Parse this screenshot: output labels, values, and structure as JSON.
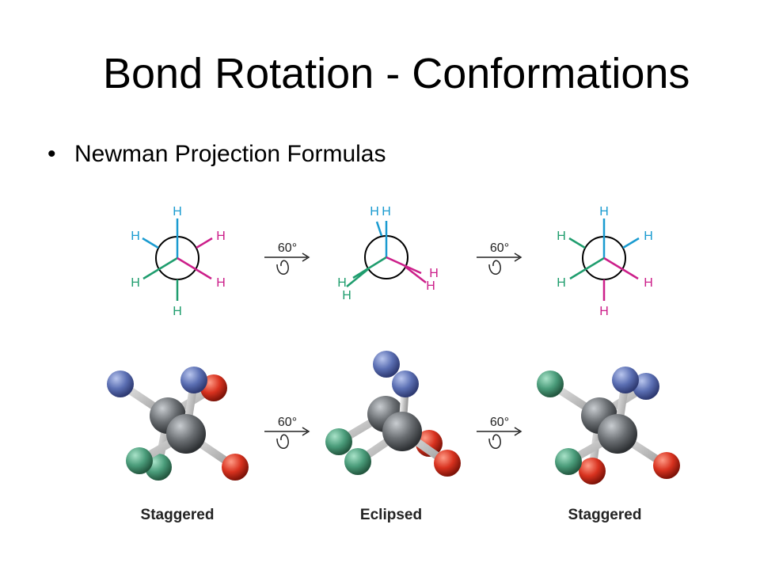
{
  "slide": {
    "title": "Bond Rotation - Conformations",
    "bullet": "Newman Projection Formulas"
  },
  "diagram": {
    "atom_label": "H",
    "rotation_label": "60°",
    "conformations": [
      {
        "name": "Staggered"
      },
      {
        "name": "Eclipsed"
      },
      {
        "name": "Staggered"
      }
    ]
  },
  "colors": {
    "blue": "#1a9bd0",
    "magenta": "#cc1f8a",
    "green": "#1f9d6e",
    "ball_blue": "#5b6fb3",
    "ball_red": "#d8321f",
    "ball_green": "#4a9c7a",
    "carbon": "#6a6e72"
  }
}
